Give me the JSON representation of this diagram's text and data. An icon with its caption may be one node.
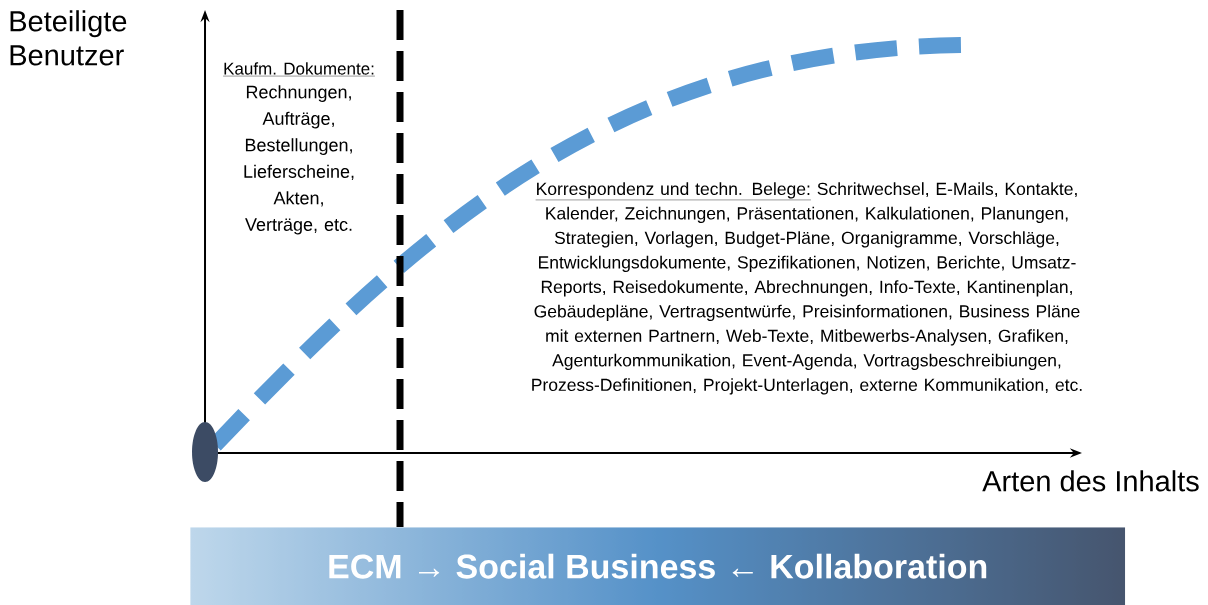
{
  "diagram": {
    "nodes": [
      {
        "text": [
          "ECM → Social Business ← Kollaboration"
        ]
      }
    ],
    "labels": [
      "Beteiligte Benutzer",
      "Kaufm. Dokumente:",
      "Rechnungen, Aufträge, Bestellungen, Lieferscheine, Akten, Verträge, etc.",
      "Korrespondenz und techn. Belege:",
      "Schritwechsel, E-Mails, Kontakte, Kalender, Zeichnungen, Präsentationen, Kalkulationen, Planungen, Strategien, Vorlagen, Budget-Pläne, Organigramme, Vorschläge, Entwicklungsdokumente, Spezifikationen, Notizen, Berichte, Umsatz-Reports, Reisedokumente, Abrechnungen, Info-Texte, Kantinenplan, Gebäudepläne, Vertragsentwürfe, Preisinformationen, Business Pläne mit externen Partnern, Web-Texte, Mitbewerbs-Analysen, Grafiken, Agenturkommunikation, Event-Agenda, Vortragsbeschreibiungen, Prozess-Definitionen, Projekt-Unterlagen, externe Kommunikation, etc.",
      "Arten des Inhalts"
    ]
  }
}
